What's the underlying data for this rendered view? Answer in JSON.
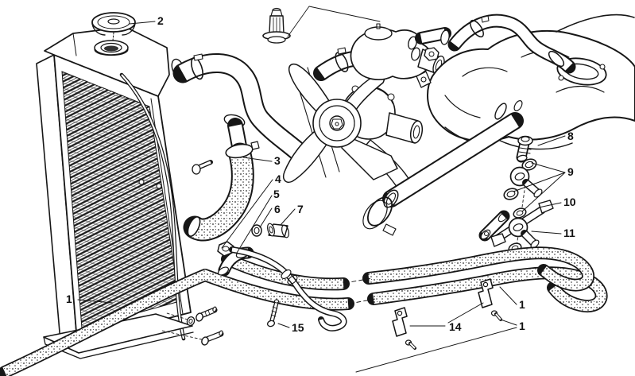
{
  "diagram": {
    "style": "exploded parts line drawing, black ink on white",
    "background_color": "#ffffff",
    "line_color": "#161616"
  },
  "callouts": [
    {
      "ref": "radiator",
      "text": "1"
    },
    {
      "ref": "radiator-cap",
      "text": "2"
    },
    {
      "ref": "lower-radiator-hose",
      "text": "3"
    },
    {
      "ref": "water-pipe",
      "text": "4"
    },
    {
      "ref": "pipe-fitting",
      "text": "5"
    },
    {
      "ref": "sealing-washer",
      "text": "6"
    },
    {
      "ref": "hose-connector",
      "text": "7"
    },
    {
      "ref": "plug-bolt",
      "text": "8"
    },
    {
      "ref": "washer-set",
      "text": "9"
    },
    {
      "ref": "connecting-pipe",
      "text": "10"
    },
    {
      "ref": "banjo-union",
      "text": "11"
    },
    {
      "ref": "hose-clamp-brackets",
      "text": "14"
    },
    {
      "ref": "threaded-stud",
      "text": "15"
    },
    {
      "ref": "clamp-bracket-upper",
      "text": "1"
    },
    {
      "ref": "clamp-bracket-lower",
      "text": "1"
    }
  ]
}
